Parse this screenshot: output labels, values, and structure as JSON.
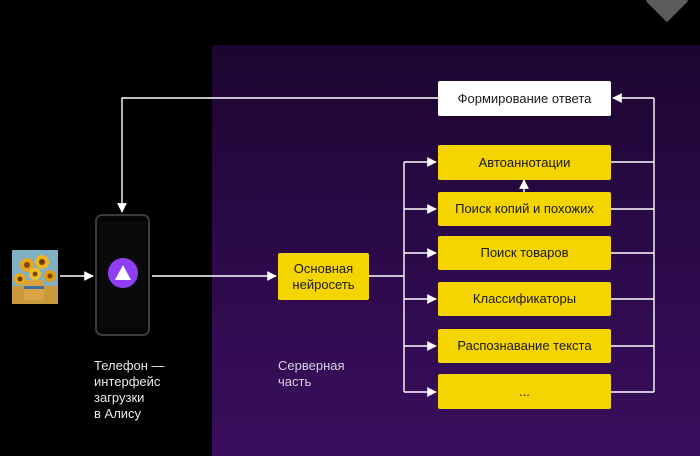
{
  "colors": {
    "background": "#000000",
    "server_zone": "#2a0a47",
    "module_fill": "#f5d500",
    "response_fill": "#ffffff",
    "alice_accent": "#8f3ef4",
    "wire": "#ffffff"
  },
  "diagram": {
    "input_image_icon": "sunflowers-painting",
    "phone": {
      "icon": "alice-logo-icon",
      "caption": "Телефон —\nинтерфейс\nзагрузки\nв Алису"
    },
    "server": {
      "caption": "Серверная\nчасть"
    },
    "neural_network": {
      "label": "Основная\nнейросеть"
    },
    "response": {
      "label": "Формирование ответа"
    },
    "modules": [
      {
        "label": "Автоаннотации"
      },
      {
        "label": "Поиск копий и похожих"
      },
      {
        "label": "Поиск товаров"
      },
      {
        "label": "Классификаторы"
      },
      {
        "label": "Распознавание текста"
      },
      {
        "label": "..."
      }
    ]
  }
}
